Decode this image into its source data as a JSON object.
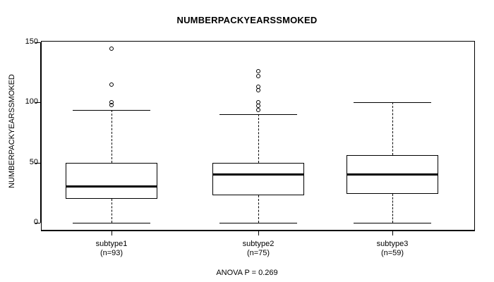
{
  "chart_data": {
    "type": "box",
    "title": "NUMBERPACKYEARSSMOKED",
    "xlabel": "",
    "ylabel": "NUMBERPACKYEARSSMOKED",
    "ylim": [
      0,
      150
    ],
    "yticks": [
      0,
      50,
      100,
      150
    ],
    "ytick_labels": [
      "0",
      "50",
      "100",
      "150"
    ],
    "grid": false,
    "legend": "none",
    "annotation": "ANOVA P = 0.269",
    "categories": [
      "subtype1",
      "subtype2",
      "subtype3"
    ],
    "counts": [
      93,
      75,
      59
    ],
    "category_labels": [
      "subtype1",
      "subtype2",
      "subtype3"
    ],
    "count_labels": [
      "(n=93)",
      "(n=75)",
      "(n=59)"
    ],
    "boxes": [
      {
        "name": "subtype1",
        "n": 93,
        "whisker_low": 0,
        "q1": 20,
        "median": 30,
        "q3": 50,
        "whisker_high": 94,
        "outliers": [
          145,
          115,
          100,
          98
        ]
      },
      {
        "name": "subtype2",
        "n": 75,
        "whisker_low": 0,
        "q1": 23,
        "median": 40,
        "q3": 50,
        "whisker_high": 90,
        "outliers": [
          126,
          122,
          113,
          110,
          100,
          97,
          94
        ]
      },
      {
        "name": "subtype3",
        "n": 59,
        "whisker_low": 0,
        "q1": 24,
        "median": 40,
        "q3": 56,
        "whisker_high": 100,
        "outliers": []
      }
    ]
  },
  "colors": {
    "axis": "#000000",
    "box_border": "#000000",
    "median": "#000000",
    "background": "#ffffff"
  }
}
